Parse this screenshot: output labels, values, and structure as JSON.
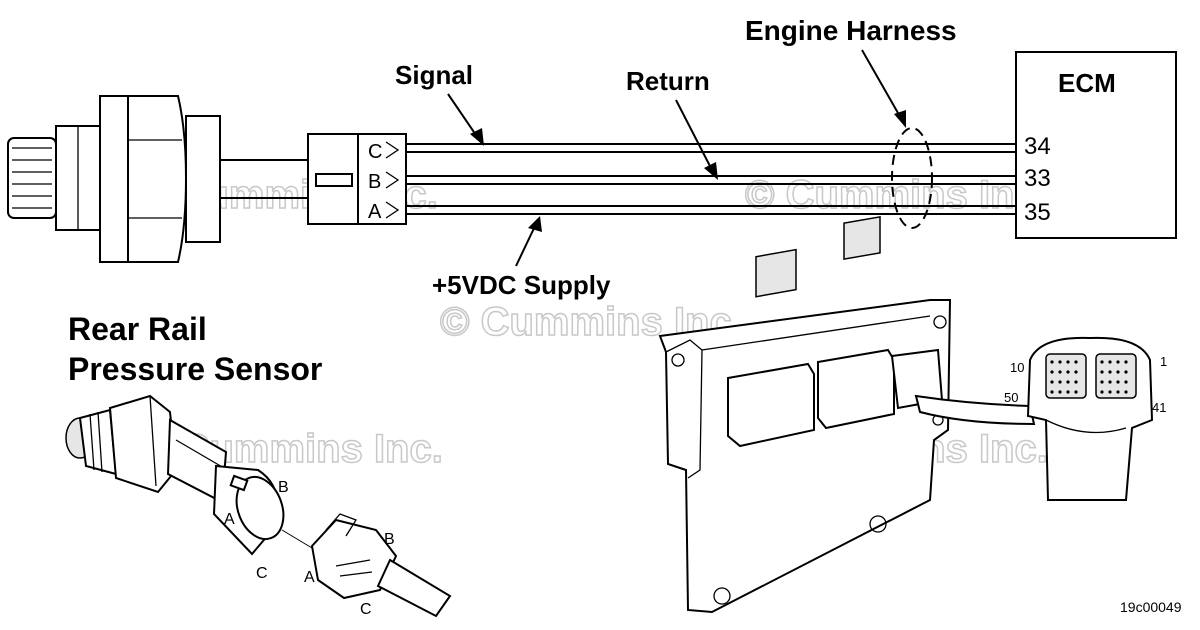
{
  "labels": {
    "engine_harness": "Engine Harness",
    "signal": "Signal",
    "return": "Return",
    "supply": "+5VDC Supply",
    "sensor_line1": "Rear Rail",
    "sensor_line2": "Pressure Sensor",
    "ecm": "ECM",
    "figure_id": "19c00049"
  },
  "connector_pins": [
    "C",
    "B",
    "A"
  ],
  "ecm_pins": [
    "34",
    "33",
    "35"
  ],
  "watermark": "© Cummins Inc.",
  "sensor_pin_labels": {
    "a": "A",
    "b": "B",
    "c": "C"
  },
  "ecm_connector_numbers": {
    "n10": "10",
    "n1": "1",
    "n50": "50",
    "n41": "41"
  }
}
